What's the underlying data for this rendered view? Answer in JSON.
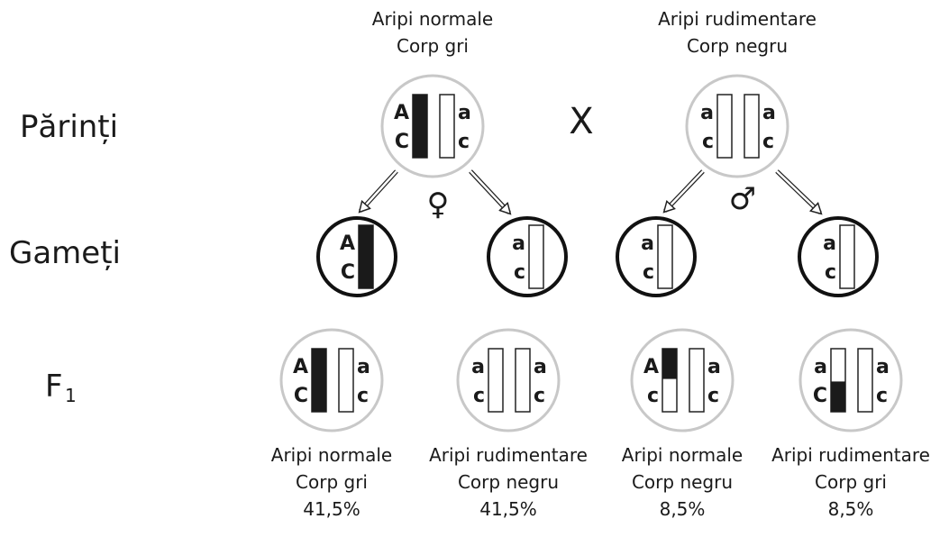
{
  "rows": {
    "parents": "Părinți",
    "gametes": "Gameți",
    "f1_main": "F",
    "f1_sub": "1"
  },
  "cross_symbol": "X",
  "female_symbol": "♀",
  "male_symbol": "♂",
  "parents": [
    {
      "line1": "Aripi normale",
      "line2": "Corp gri",
      "bars": [
        {
          "top": "A",
          "bottom": "C",
          "fill": "full"
        },
        {
          "top": "a",
          "bottom": "c",
          "fill": "empty"
        }
      ]
    },
    {
      "line1": "Aripi rudimentare",
      "line2": "Corp negru",
      "bars": [
        {
          "top": "a",
          "bottom": "c",
          "fill": "empty"
        },
        {
          "top": "a",
          "bottom": "c",
          "fill": "empty"
        }
      ]
    }
  ],
  "gametes": [
    {
      "top": "A",
      "bottom": "C",
      "fill": "full"
    },
    {
      "top": "a",
      "bottom": "c",
      "fill": "empty"
    },
    {
      "top": "a",
      "bottom": "c",
      "fill": "empty"
    },
    {
      "top": "a",
      "bottom": "c",
      "fill": "empty"
    }
  ],
  "offspring": [
    {
      "line1": "Aripi normale",
      "line2": "Corp gri",
      "percent": "41,5%",
      "bars": [
        {
          "top": "A",
          "bottom": "C",
          "fill": "full"
        },
        {
          "top": "a",
          "bottom": "c",
          "fill": "empty"
        }
      ]
    },
    {
      "line1": "Aripi rudimentare",
      "line2": "Corp negru",
      "percent": "41,5%",
      "bars": [
        {
          "top": "a",
          "bottom": "c",
          "fill": "empty"
        },
        {
          "top": "a",
          "bottom": "c",
          "fill": "empty"
        }
      ]
    },
    {
      "line1": "Aripi normale",
      "line2": "Corp negru",
      "percent": "8,5%",
      "bars": [
        {
          "top": "A",
          "bottom": "c",
          "fill": "top"
        },
        {
          "top": "a",
          "bottom": "c",
          "fill": "empty"
        }
      ]
    },
    {
      "line1": "Aripi rudimentare",
      "line2": "Corp gri",
      "percent": "8,5%",
      "bars": [
        {
          "top": "a",
          "bottom": "C",
          "fill": "bottom"
        },
        {
          "top": "a",
          "bottom": "c",
          "fill": "empty"
        }
      ]
    }
  ]
}
